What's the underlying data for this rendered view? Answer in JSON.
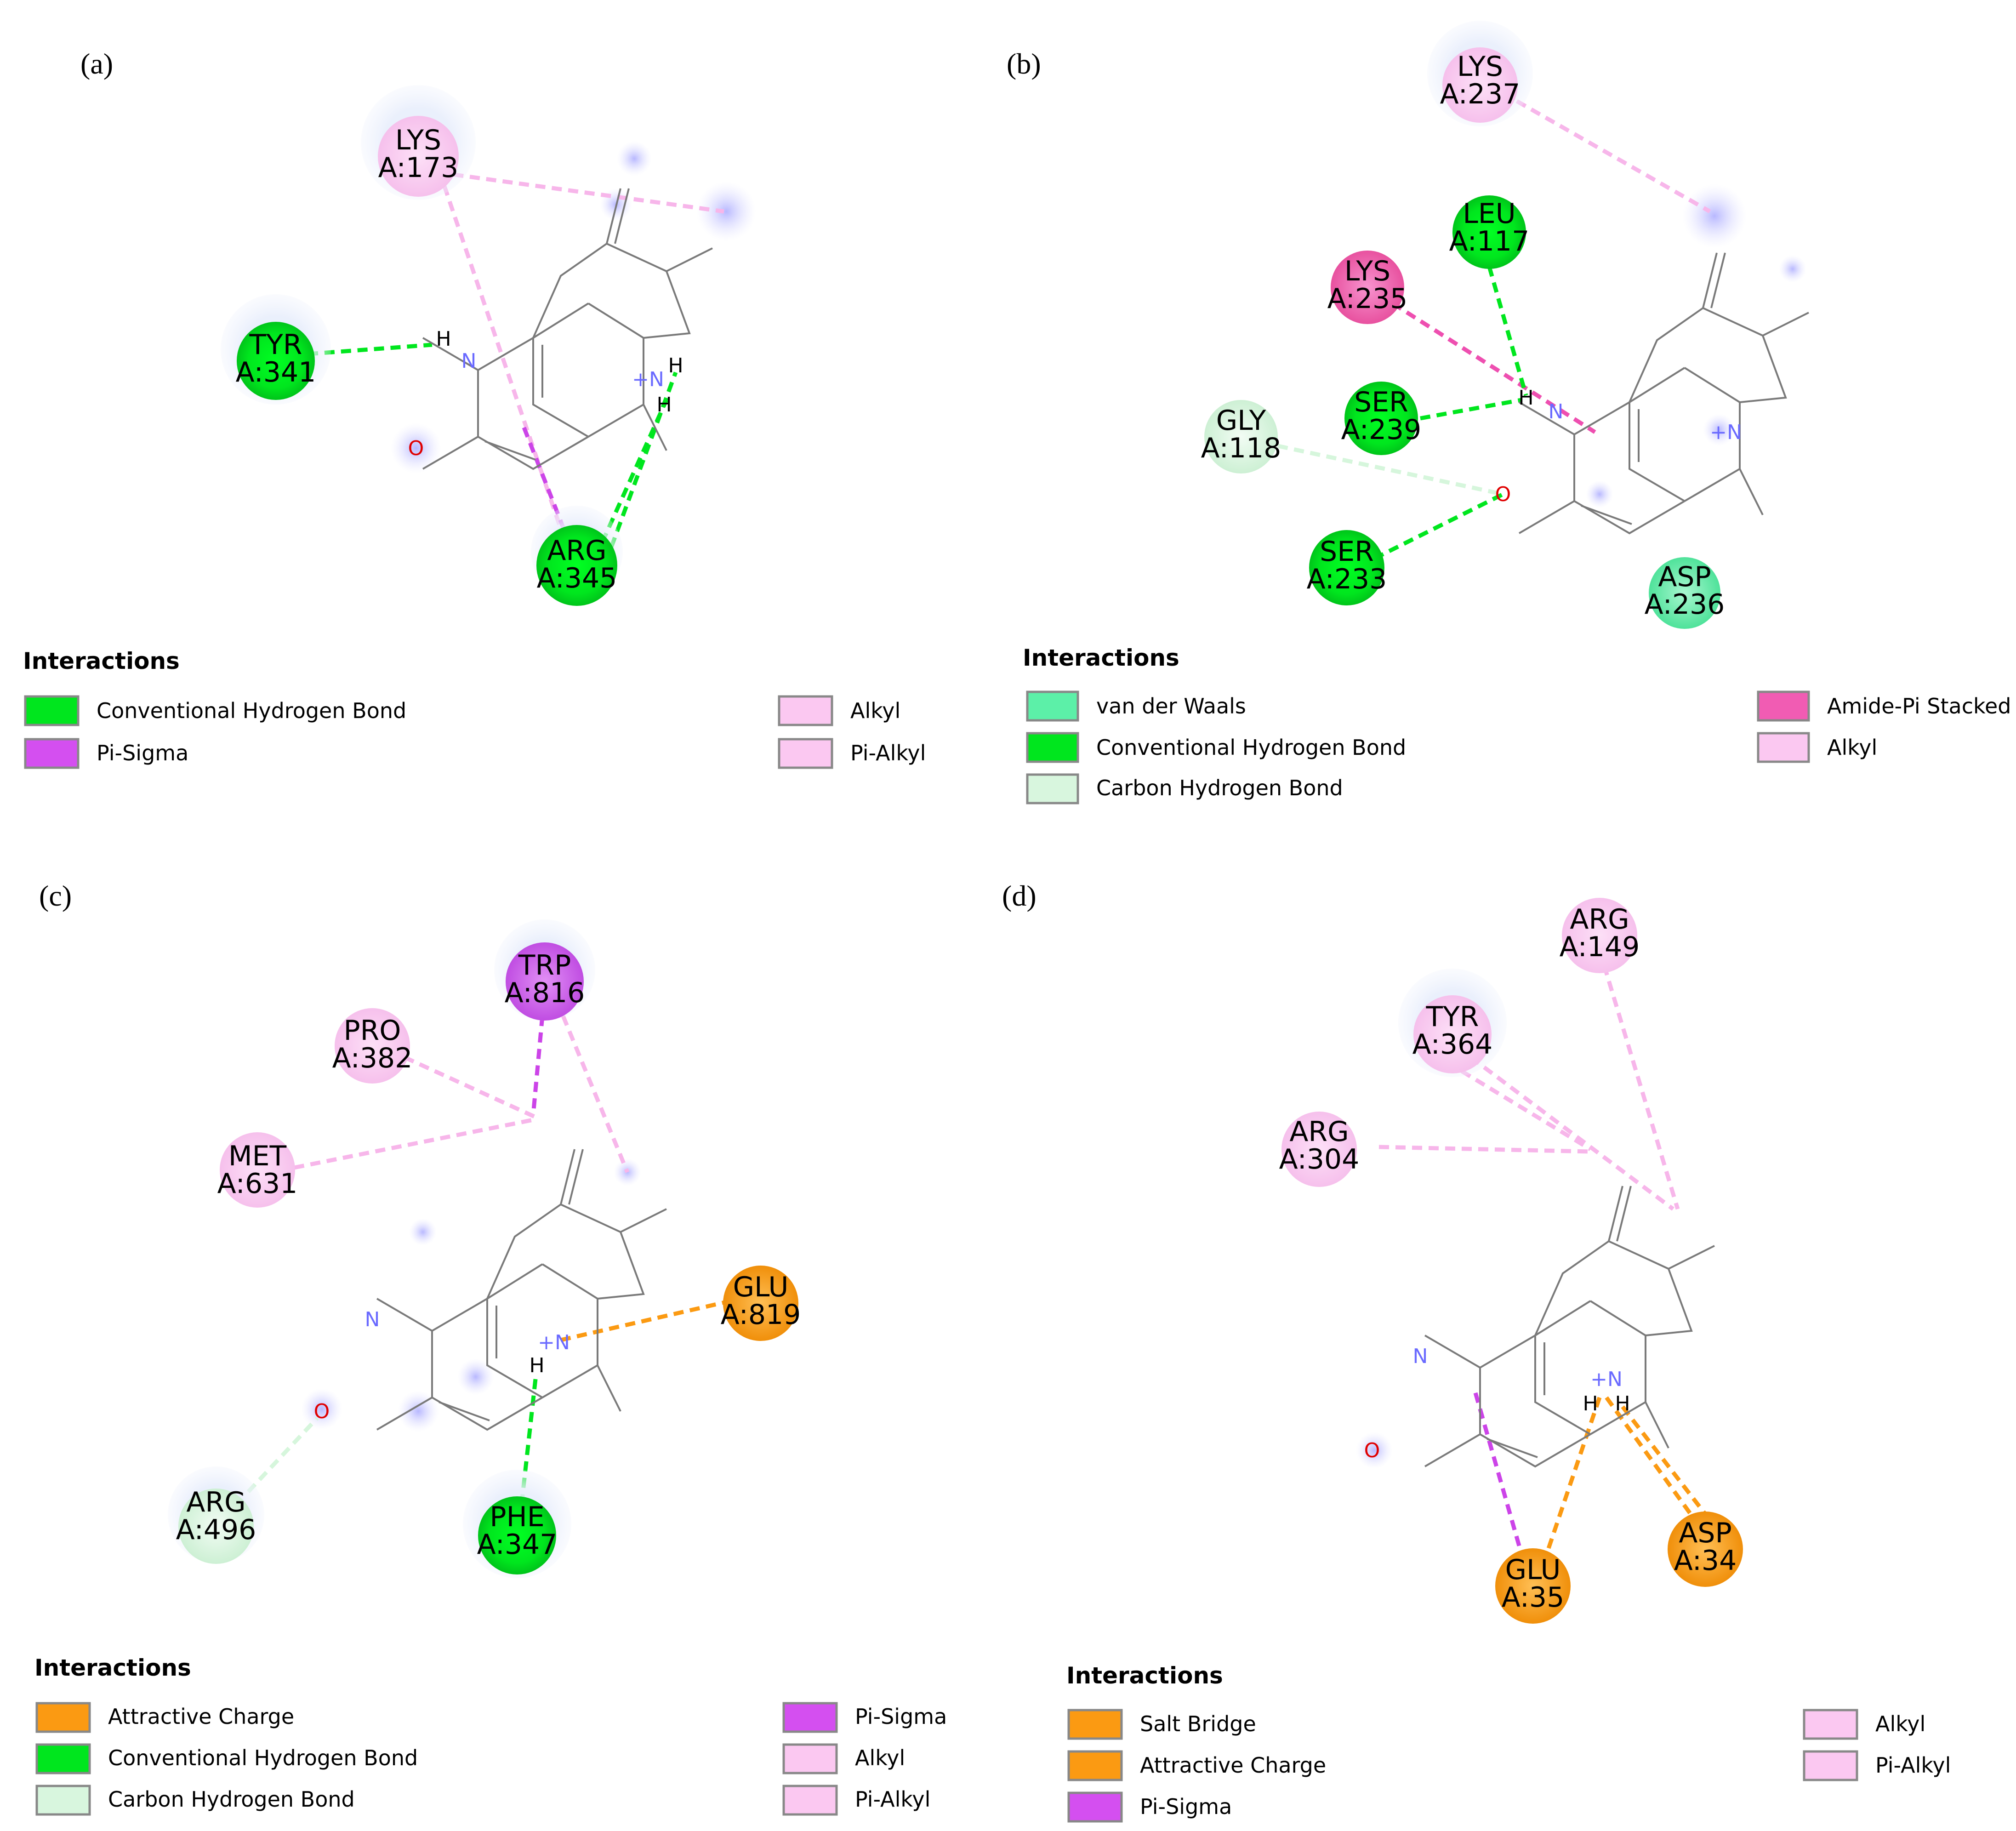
{
  "legend_title": "Interactions",
  "colors": {
    "conventional_h_bond": "#00e61e",
    "van_der_waals": "#5cf0a8",
    "carbon_h_bond": "#d8f6de",
    "pi_sigma": "#d44ff0",
    "alkyl": "#fbc8f1",
    "amide_pi": "#f15cb3",
    "attractive_charge": "#fb9a12",
    "ligand_halo": "#c8c8ff"
  },
  "panels": [
    {
      "label": "(a)",
      "residues": [
        {
          "name": "LYS",
          "num": "A:173"
        },
        {
          "name": "TYR",
          "num": "A:341"
        },
        {
          "name": "ARG",
          "num": "A:345"
        }
      ],
      "atoms": [
        "H",
        "N",
        "O",
        "+N",
        "H",
        "H"
      ],
      "legend": [
        {
          "text": "Conventional Hydrogen Bond"
        },
        {
          "text": "Pi-Sigma"
        },
        {
          "text": "Alkyl"
        },
        {
          "text": "Pi-Alkyl"
        }
      ]
    },
    {
      "label": "(b)",
      "residues": [
        {
          "name": "LYS",
          "num": "A:237"
        },
        {
          "name": "LEU",
          "num": "A:117"
        },
        {
          "name": "LYS",
          "num": "A:235"
        },
        {
          "name": "SER",
          "num": "A:239"
        },
        {
          "name": "GLY",
          "num": "A:118"
        },
        {
          "name": "SER",
          "num": "A:233"
        },
        {
          "name": "ASP",
          "num": "A:236"
        }
      ],
      "atoms": [
        "H",
        "N",
        "O",
        "+N"
      ],
      "legend": [
        {
          "text": "van der Waals"
        },
        {
          "text": "Conventional Hydrogen Bond"
        },
        {
          "text": "Carbon Hydrogen Bond"
        },
        {
          "text": "Amide-Pi Stacked"
        },
        {
          "text": "Alkyl"
        }
      ]
    },
    {
      "label": "(c)",
      "residues": [
        {
          "name": "TRP",
          "num": "A:816"
        },
        {
          "name": "PRO",
          "num": "A:382"
        },
        {
          "name": "MET",
          "num": "A:631"
        },
        {
          "name": "GLU",
          "num": "A:819"
        },
        {
          "name": "ARG",
          "num": "A:496"
        },
        {
          "name": "PHE",
          "num": "A:347"
        }
      ],
      "atoms": [
        "N",
        "O",
        "+N",
        "H"
      ],
      "legend": [
        {
          "text": "Attractive Charge"
        },
        {
          "text": "Conventional Hydrogen Bond"
        },
        {
          "text": "Carbon Hydrogen Bond"
        },
        {
          "text": "Pi-Sigma"
        },
        {
          "text": "Alkyl"
        },
        {
          "text": "Pi-Alkyl"
        }
      ]
    },
    {
      "label": "(d)",
      "residues": [
        {
          "name": "ARG",
          "num": "A:149"
        },
        {
          "name": "TYR",
          "num": "A:364"
        },
        {
          "name": "ARG",
          "num": "A:304"
        },
        {
          "name": "GLU",
          "num": "A:35"
        },
        {
          "name": "ASP",
          "num": "A:34"
        }
      ],
      "atoms": [
        "N",
        "O",
        "+N",
        "H",
        "H"
      ],
      "legend": [
        {
          "text": "Salt Bridge"
        },
        {
          "text": "Attractive Charge"
        },
        {
          "text": "Pi-Sigma"
        },
        {
          "text": "Alkyl"
        },
        {
          "text": "Pi-Alkyl"
        }
      ]
    }
  ]
}
